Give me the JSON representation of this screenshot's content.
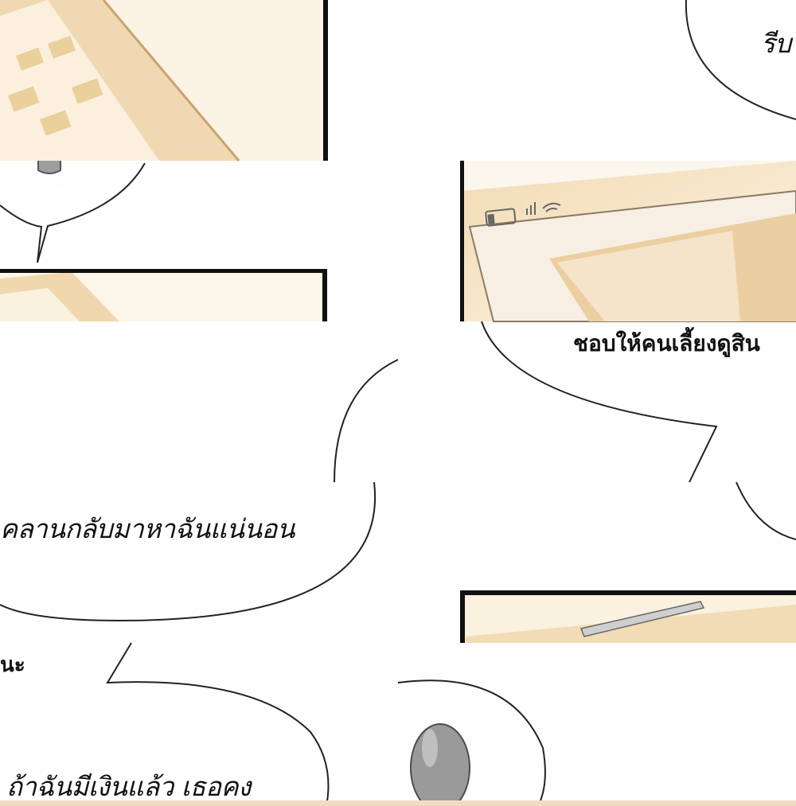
{
  "comic": {
    "panels": [
      {
        "id": "panel-1"
      },
      {
        "id": "panel-2"
      },
      {
        "id": "panel-3"
      },
      {
        "id": "panel-4"
      },
      {
        "id": "panel-5"
      }
    ],
    "bubbles": {
      "top_right": "รีบ",
      "middle_right": "ชอบให้คนเลี้ยงดูสิน",
      "middle_left": "คลานกลับมาหาฉันแน่นอน",
      "lower_left_fragment": "นะ",
      "bottom_left": "ถ้าฉันมีเงินแล้ว เธอคง"
    },
    "colors": {
      "panel_border": "#111111",
      "panel_fill": "#f6e7cc",
      "panel_frame": "#e4c9a0",
      "bubble_fill": "#ffffff",
      "bubble_stroke": "#222222"
    }
  }
}
